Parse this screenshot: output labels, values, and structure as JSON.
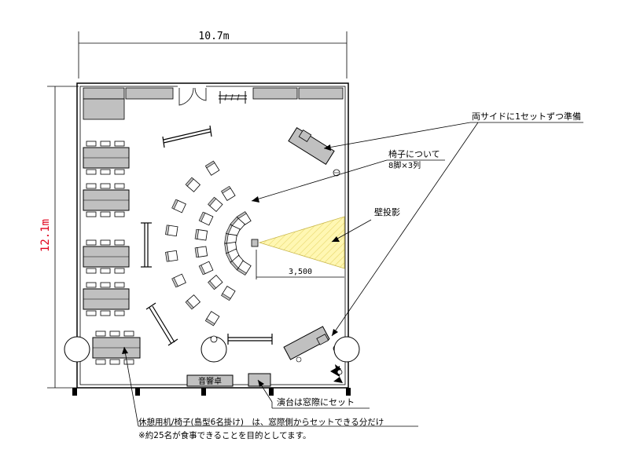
{
  "dimensions": {
    "width": "10.7m",
    "height": "12.1m",
    "projection_distance": "3,500"
  },
  "labels": {
    "both_sides": "両サイドに1セットずつ準備",
    "chairs_title": "椅子について",
    "chairs_detail": "8脚×3列",
    "wall_projection": "壁投影",
    "podium": "音響卓",
    "stage_note": "演台は窓際にセット",
    "rest_desk_note": "休憩用机/椅子(島型6名掛け)　は、窓際側からセットできる分だけ",
    "meal_note": "※約25名が食事できることを目的としてます。"
  },
  "colors": {
    "line": "#000000",
    "furniture_fill": "#c0c0c0",
    "projection_fill": "#fff7b3",
    "dim_red": "#e0001b"
  }
}
